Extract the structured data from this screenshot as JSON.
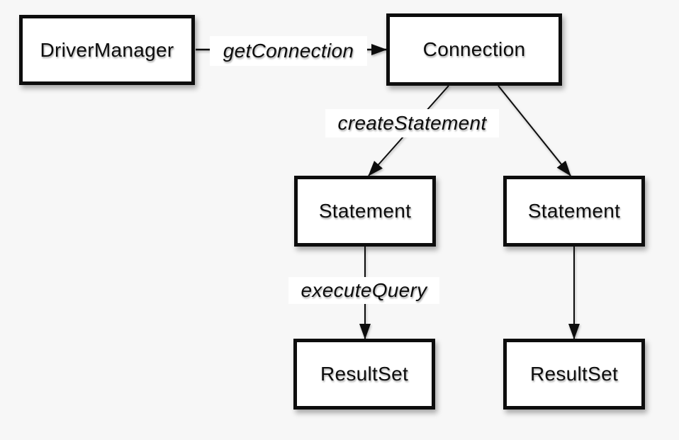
{
  "diagram": {
    "colors": {
      "background": "#f7f7f7",
      "box_fill": "#ffffff",
      "box_border": "#0d0d0d",
      "line": "#0d0d0d",
      "text": "#0d0d0d"
    },
    "nodes": [
      {
        "id": "driver-manager",
        "label": "DriverManager"
      },
      {
        "id": "connection",
        "label": "Connection"
      },
      {
        "id": "statement-left",
        "label": "Statement"
      },
      {
        "id": "statement-right",
        "label": "Statement"
      },
      {
        "id": "resultset-left",
        "label": "ResultSet"
      },
      {
        "id": "resultset-right",
        "label": "ResultSet"
      }
    ],
    "edges": [
      {
        "id": "get-connection",
        "from": "driver-manager",
        "to": "connection",
        "label": "getConnection"
      },
      {
        "id": "create-statement",
        "from": "connection",
        "to": "statement-left",
        "label": "createStatement"
      },
      {
        "id": "connection-statement-right",
        "from": "connection",
        "to": "statement-right",
        "label": ""
      },
      {
        "id": "execute-query",
        "from": "statement-left",
        "to": "resultset-left",
        "label": "executeQuery"
      },
      {
        "id": "statement-resultset-right",
        "from": "statement-right",
        "to": "resultset-right",
        "label": ""
      }
    ]
  }
}
